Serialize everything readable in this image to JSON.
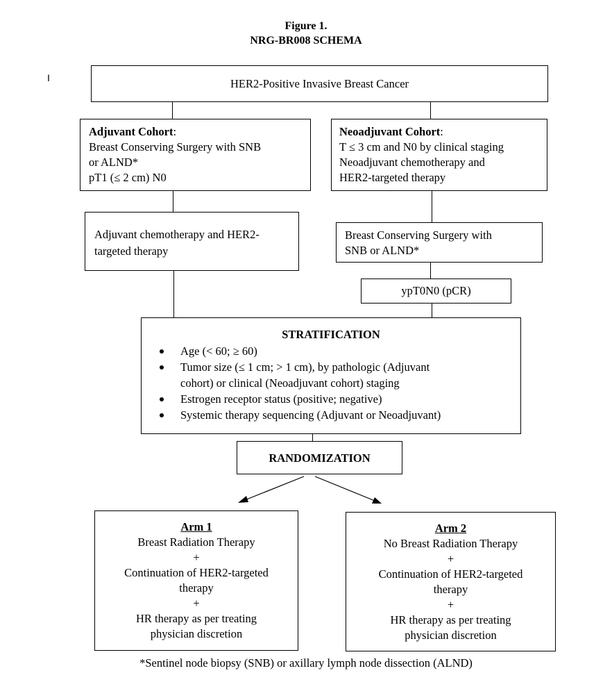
{
  "figure": {
    "label": "Figure 1.",
    "title": "NRG-BR008 SCHEMA"
  },
  "margin_mark": "I",
  "top_box": "HER2-Positive Invasive Breast Cancer",
  "adjuvant_cohort": {
    "heading": "Adjuvant Cohort",
    "colon": ":",
    "lines": [
      "Breast Conserving Surgery with SNB",
      "or ALND*",
      "pT1 (≤ 2 cm) N0"
    ]
  },
  "neoadjuvant_cohort": {
    "heading": "Neoadjuvant Cohort",
    "colon": ":",
    "lines": [
      "T ≤ 3 cm and N0 by clinical staging",
      "Neoadjuvant chemotherapy and",
      "HER2-targeted therapy"
    ]
  },
  "adjuvant_therapy": [
    "Adjuvant chemotherapy and HER2-",
    "targeted therapy"
  ],
  "neoadjuvant_surgery": [
    "Breast Conserving Surgery with",
    "SNB or ALND*"
  ],
  "pcr_box": "ypT0N0 (pCR)",
  "stratification": {
    "title": "STRATIFICATION",
    "items": [
      [
        "Age (< 60; ≥ 60)"
      ],
      [
        "Tumor size (≤ 1 cm; > 1 cm), by pathologic (Adjuvant",
        "cohort) or clinical (Neoadjuvant cohort) staging"
      ],
      [
        "Estrogen receptor status (positive; negative)"
      ],
      [
        "Systemic therapy sequencing (Adjuvant or Neoadjuvant)"
      ]
    ]
  },
  "randomization": "RANDOMIZATION",
  "arm1": {
    "title": "Arm 1",
    "treatment": "Breast Radiation Therapy",
    "plus": "+",
    "continuation": [
      "Continuation of HER2-targeted",
      "therapy"
    ],
    "hr": [
      "HR therapy as per treating",
      "physician discretion"
    ]
  },
  "arm2": {
    "title": "Arm 2",
    "treatment": "No Breast Radiation Therapy",
    "plus": "+",
    "continuation": [
      "Continuation of HER2-targeted",
      "therapy"
    ],
    "hr": [
      "HR therapy as per treating",
      "physician discretion"
    ]
  },
  "footnote": "*Sentinel node biopsy (SNB) or axillary lymph node dissection (ALND)"
}
